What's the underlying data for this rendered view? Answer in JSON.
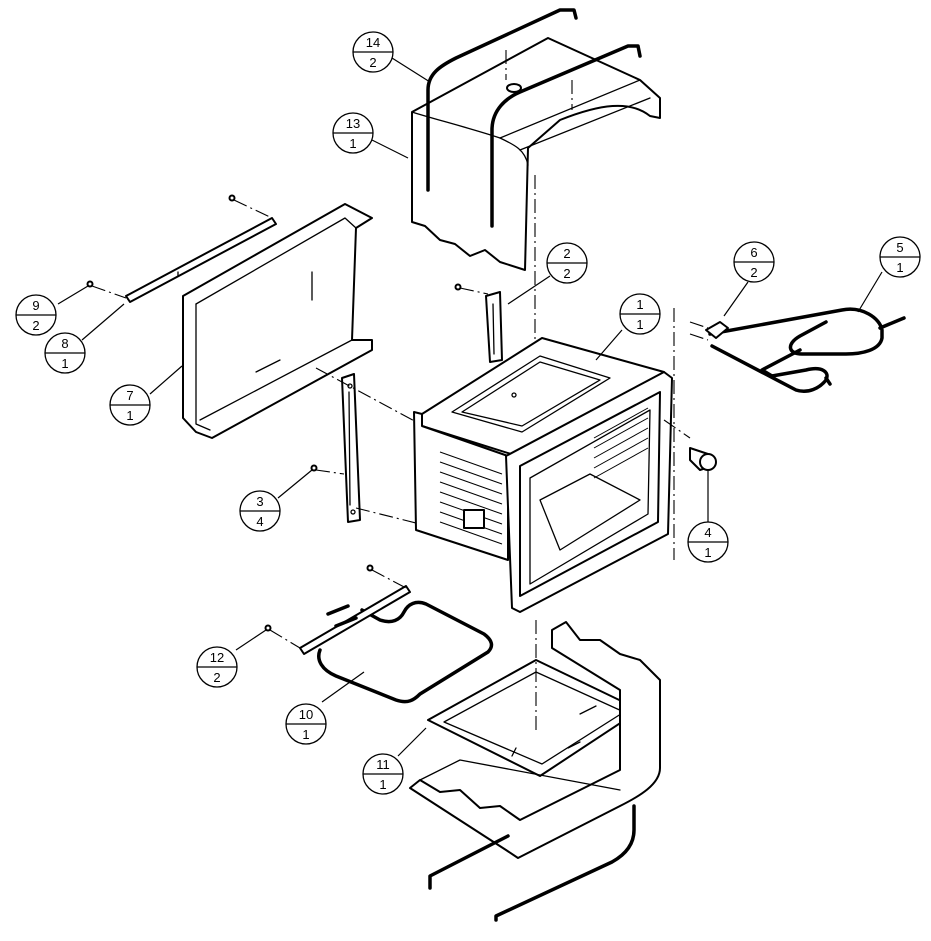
{
  "callouts": [
    {
      "id": "c1",
      "part": "1",
      "qty": "1"
    },
    {
      "id": "c2",
      "part": "2",
      "qty": "2"
    },
    {
      "id": "c3",
      "part": "3",
      "qty": "4"
    },
    {
      "id": "c4",
      "part": "4",
      "qty": "1"
    },
    {
      "id": "c5",
      "part": "5",
      "qty": "1"
    },
    {
      "id": "c6",
      "part": "6",
      "qty": "2"
    },
    {
      "id": "c7",
      "part": "7",
      "qty": "1"
    },
    {
      "id": "c8",
      "part": "8",
      "qty": "1"
    },
    {
      "id": "c9",
      "part": "9",
      "qty": "2"
    },
    {
      "id": "c10",
      "part": "10",
      "qty": "1"
    },
    {
      "id": "c11",
      "part": "11",
      "qty": "1"
    },
    {
      "id": "c12",
      "part": "12",
      "qty": "2"
    },
    {
      "id": "c13",
      "part": "13",
      "qty": "1"
    },
    {
      "id": "c14",
      "part": "14",
      "qty": "2"
    }
  ]
}
